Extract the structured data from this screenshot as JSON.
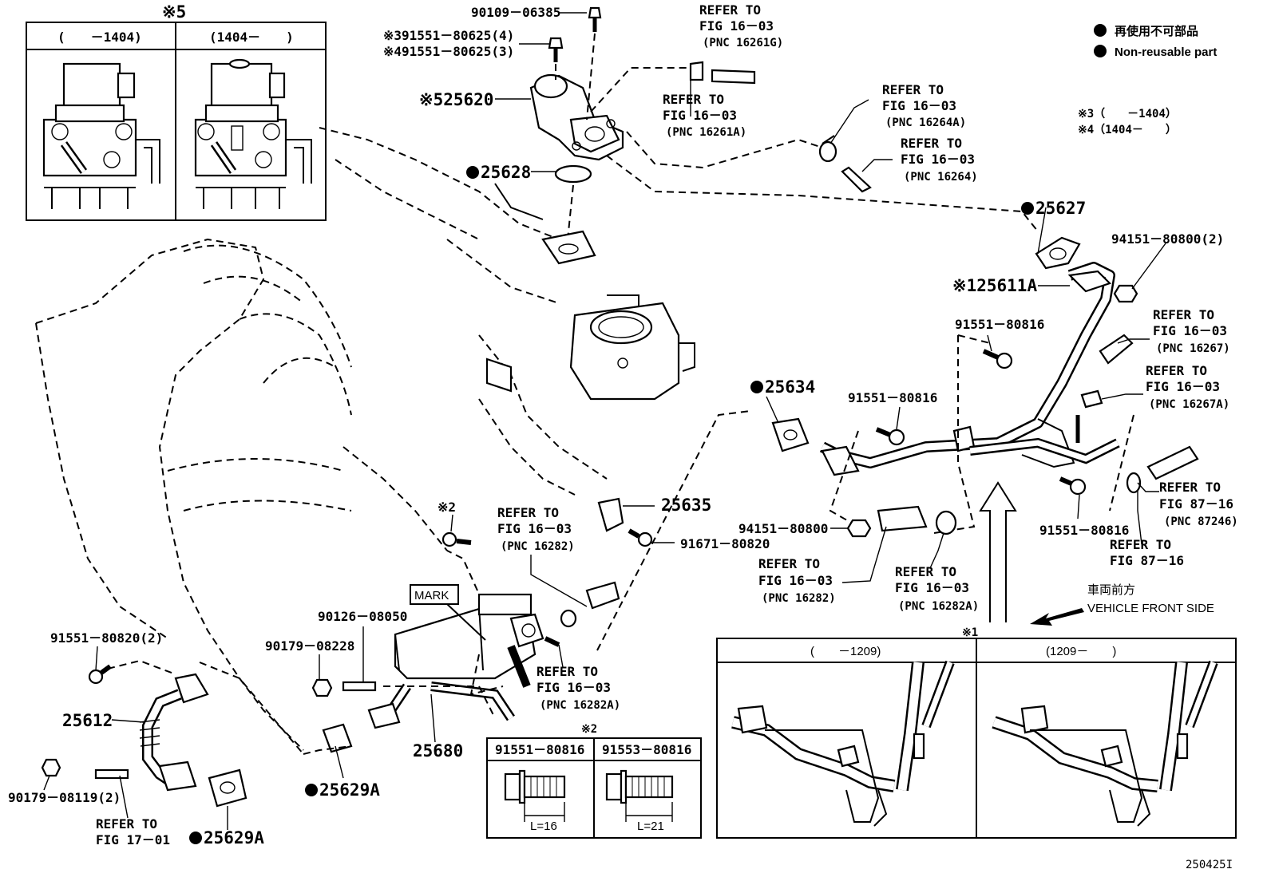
{
  "legend": {
    "non_reusable_jp": "再使用不可部品",
    "non_reusable_en": "Non-reusable part",
    "note3": "※3（　　－1404）",
    "note4": "※4（1404－　　）"
  },
  "inset5": {
    "title": "※5",
    "col1": "(　　－1404)",
    "col2": "(1404－　　)"
  },
  "inset1": {
    "title": "※1",
    "col1": "(　　－1209)",
    "col2": "(1209－　　)"
  },
  "inset2": {
    "title": "※2",
    "col1": "91551－80816",
    "col2": "91553－80816",
    "len1": "L=16",
    "len2": "L=21"
  },
  "parts": {
    "p90109": "90109－06385",
    "p391551": "※391551－80625(4)",
    "p491551": "※491551－80625(3)",
    "p25620": "※525620",
    "p25628": "25628",
    "p25627": "25627",
    "p94151_2": "94151－80800(2)",
    "p25611A": "※125611A",
    "p91551_a": "91551－80816",
    "p91551_b": "91551－80816",
    "p91551_c": "91551－80816",
    "p25634": "25634",
    "p25635": "25635",
    "p91671": "91671－80820",
    "p94151": "94151－80800",
    "star2": "※2",
    "mark": "MARK",
    "p90126": "90126－08050",
    "p90179_08228": "90179－08228",
    "p91551_80820": "91551－80820(2)",
    "p25612": "25612",
    "p90179_08119": "90179－08119(2)",
    "p25629A_a": "25629A",
    "p25629A_b": "25629A",
    "p25680": "25680"
  },
  "refs": {
    "r1": {
      "l1": "REFER TO",
      "l2": "FIG 16－03",
      "pnc": "(PNC 16261G)"
    },
    "r2": {
      "l1": "REFER TO",
      "l2": "FIG 16－03",
      "pnc": "(PNC 16261A)"
    },
    "r3": {
      "l1": "REFER TO",
      "l2": "FIG 16－03",
      "pnc": "(PNC 16264A)"
    },
    "r4": {
      "l1": "REFER TO",
      "l2": "FIG 16－03",
      "pnc": "(PNC 16264)"
    },
    "r5": {
      "l1": "REFER TO",
      "l2": "FIG 16－03",
      "pnc": "(PNC 16267)"
    },
    "r6": {
      "l1": "REFER TO",
      "l2": "FIG 16－03",
      "pnc": "(PNC 16267A)"
    },
    "r7": {
      "l1": "REFER TO",
      "l2": "FIG 87－16",
      "pnc": "(PNC 87246)"
    },
    "r8": {
      "l1": "REFER TO",
      "l2": "FIG 87－16"
    },
    "r9": {
      "l1": "REFER TO",
      "l2": "FIG 16－03",
      "pnc": "(PNC 16282)"
    },
    "r10": {
      "l1": "REFER TO",
      "l2": "FIG 16－03",
      "pnc": "(PNC 16282A)"
    },
    "r11": {
      "l1": "REFER TO",
      "l2": "FIG 16－03",
      "pnc": "(PNC 16282)"
    },
    "r12": {
      "l1": "REFER TO",
      "l2": "FIG 16－03",
      "pnc": "(PNC 16282A)"
    },
    "r13": {
      "l1": "REFER TO",
      "l2": "FIG 17－01"
    }
  },
  "front": {
    "jp": "車両前方",
    "en": "VEHICLE FRONT SIDE"
  },
  "figure_id": "250425I"
}
